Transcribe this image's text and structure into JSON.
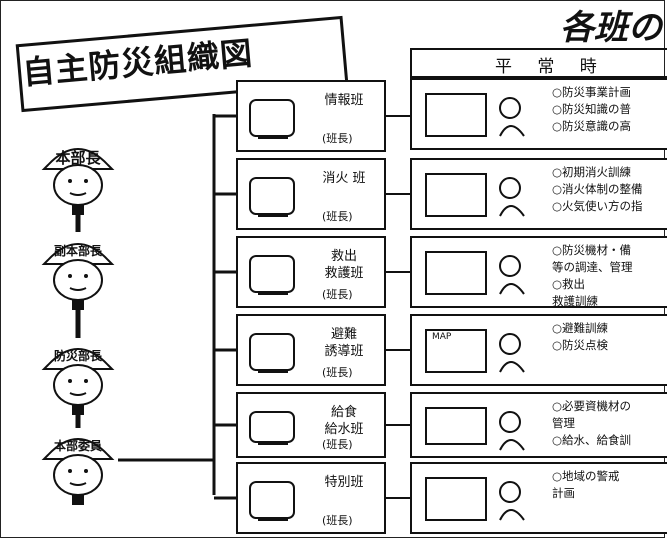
{
  "title": "自主防災組織図",
  "banner": "各班の",
  "column_header": "平 常 時",
  "hierarchy": [
    {
      "label": "本部長"
    },
    {
      "label": "副本部長"
    },
    {
      "label": "防災部長"
    },
    {
      "label": "本部委員"
    }
  ],
  "teams": [
    {
      "name": "情報班",
      "lead": "(班長)",
      "duties": [
        "○防災事業計画",
        "○防災知識の普",
        "○防災意識の高"
      ]
    },
    {
      "name": "消火 班",
      "lead": "(班長)",
      "duties": [
        "○初期消火訓練",
        "○消火体制の整備",
        "○火気使い方の指"
      ]
    },
    {
      "name": "救出\n救護班",
      "lead": "(班長)",
      "duties": [
        "○防災機材・備",
        "等の調達、管理",
        "○救出",
        "救護訓練"
      ]
    },
    {
      "name": "避難\n誘導班",
      "lead": "(班長)",
      "duties": [
        "○避難訓練",
        "○防災点検"
      ]
    },
    {
      "name": "給食\n給水班",
      "lead": "(班長)",
      "duties": [
        "○必要資機材の",
        "管理",
        "○給水、給食訓"
      ]
    },
    {
      "name": "特別班",
      "lead": "(班長)",
      "duties": [
        "○地域の警戒",
        "計画"
      ]
    }
  ],
  "illustration_text": {
    "map_label": "MAP"
  }
}
